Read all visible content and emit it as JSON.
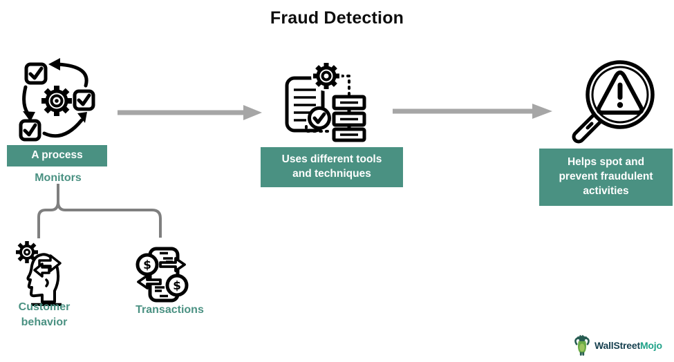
{
  "title": "Fraud Detection",
  "colors": {
    "accent_teal": "#4A9182",
    "arrow_gray": "#A6A6A6",
    "bracket_gray": "#7F7F7F",
    "icon_black": "#000000",
    "logo_navy": "#16404F",
    "logo_teal": "#21A389"
  },
  "flow_steps": [
    {
      "label": "A process",
      "icon": "process-cycle-icon"
    },
    {
      "label": "Uses different tools\nand techniques",
      "icon": "document-tools-icon"
    },
    {
      "label": "Helps spot and\nprevent fraudulent\nactivities",
      "icon": "magnifier-warning-icon"
    }
  ],
  "monitors": {
    "label": "Monitors",
    "children": [
      {
        "label": "Customer\nbehavior",
        "icon": "customer-behavior-icon"
      },
      {
        "label": "Transactions",
        "icon": "transactions-icon"
      }
    ]
  },
  "logo": {
    "text_primary": "WallStreet",
    "text_secondary": "Mojo",
    "icon": "wallstreetmojo-mascot-icon"
  }
}
